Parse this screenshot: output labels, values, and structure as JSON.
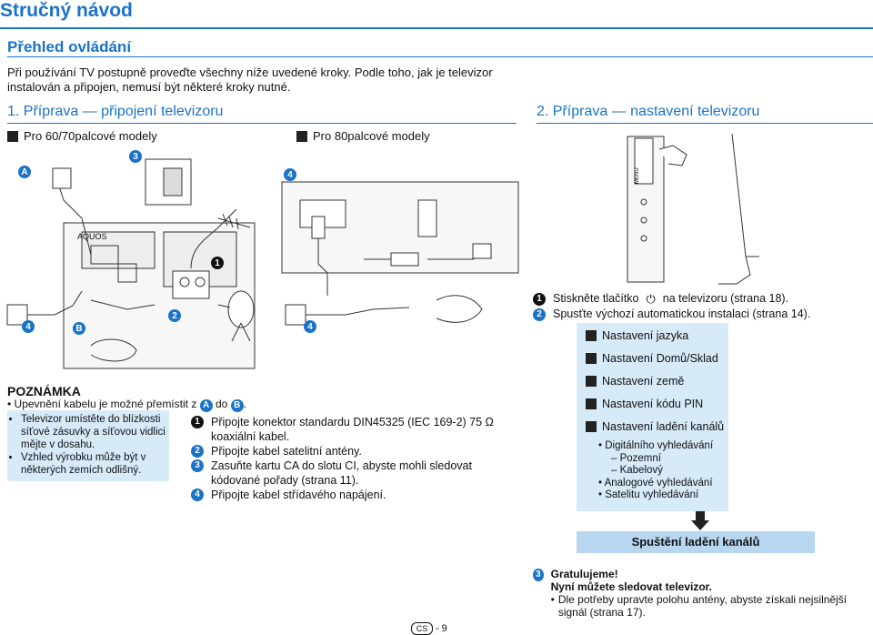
{
  "page_title": "Stručný návod",
  "section_title": "Přehled ovládání",
  "intro": "Při používání TV postupně proveďte všechny níže uvedené kroky. Podle toho, jak je televizor instalován a připojen, nemusí být některé kroky nutné.",
  "step1": {
    "heading": "1. Příprava — připojení televizoru",
    "model_a": "Pro 60/70palcové modely",
    "model_b": "Pro 80palcové modely"
  },
  "step2": {
    "heading": "2. Příprava — nastavení televizoru"
  },
  "illustration_labels": {
    "a": "A",
    "b": "B",
    "n1": "1",
    "n2": "2",
    "n3": "3",
    "n4": "4",
    "tv_brand": "AQUOS",
    "menu": "MENU"
  },
  "note": {
    "title": "POZNÁMKA",
    "line_prefix": "Upevnění kabelu je možné přemístit z",
    "line_mid": "do",
    "line_end": ".",
    "box_items": [
      "Televizor umístěte do blízkosti síťové zásuvky a síťovou vidlici mějte v dosahu.",
      "Vzhled výrobku může být v některých zemích odlišný."
    ]
  },
  "connect_steps": [
    {
      "num": "1",
      "text": "Připojte konektor standardu DIN45325 (IEC 169-2) 75 Ω koaxiální kabel."
    },
    {
      "num": "2",
      "text": "Připojte kabel satelitní antény."
    },
    {
      "num": "3",
      "text": "Zasuňte kartu CA do slotu CI, abyste mohli sledovat kódované pořady (strana 11)."
    },
    {
      "num": "4",
      "text": "Připojte kabel střídavého napájení."
    }
  ],
  "setup_steps": {
    "s1_prefix": "Stiskněte tlačítko",
    "s1_suffix": "na televizoru (strana 18).",
    "s2": "Spusťte výchozí automatickou instalaci (strana 14).",
    "s3_title": "Gratulujeme!",
    "s3_sub": "Nyní můžete sledovat televizor.",
    "s3_bullet": "Dle potřeby upravte polohu antény, abyste získali nejsilnější signál (strana 17)."
  },
  "setup_box": {
    "items": [
      "Nastavení jazyka",
      "Nastavení Domů/Sklad",
      "Nastavení země",
      "Nastavení kódu PIN",
      "Nastavení ladění kanálů"
    ],
    "sub_items": [
      "Digitálního vyhledávání",
      "Pozemní",
      "Kabelový",
      "Analogové vyhledávání",
      "Satelitu vyhledávání"
    ]
  },
  "start_button": "Spuštění ladění kanálů",
  "page": {
    "lang": "CS",
    "sep": "-",
    "num": "9"
  },
  "colors": {
    "accent": "#1a73c7",
    "box": "#d6eaf8",
    "button": "#b8d6ef"
  }
}
